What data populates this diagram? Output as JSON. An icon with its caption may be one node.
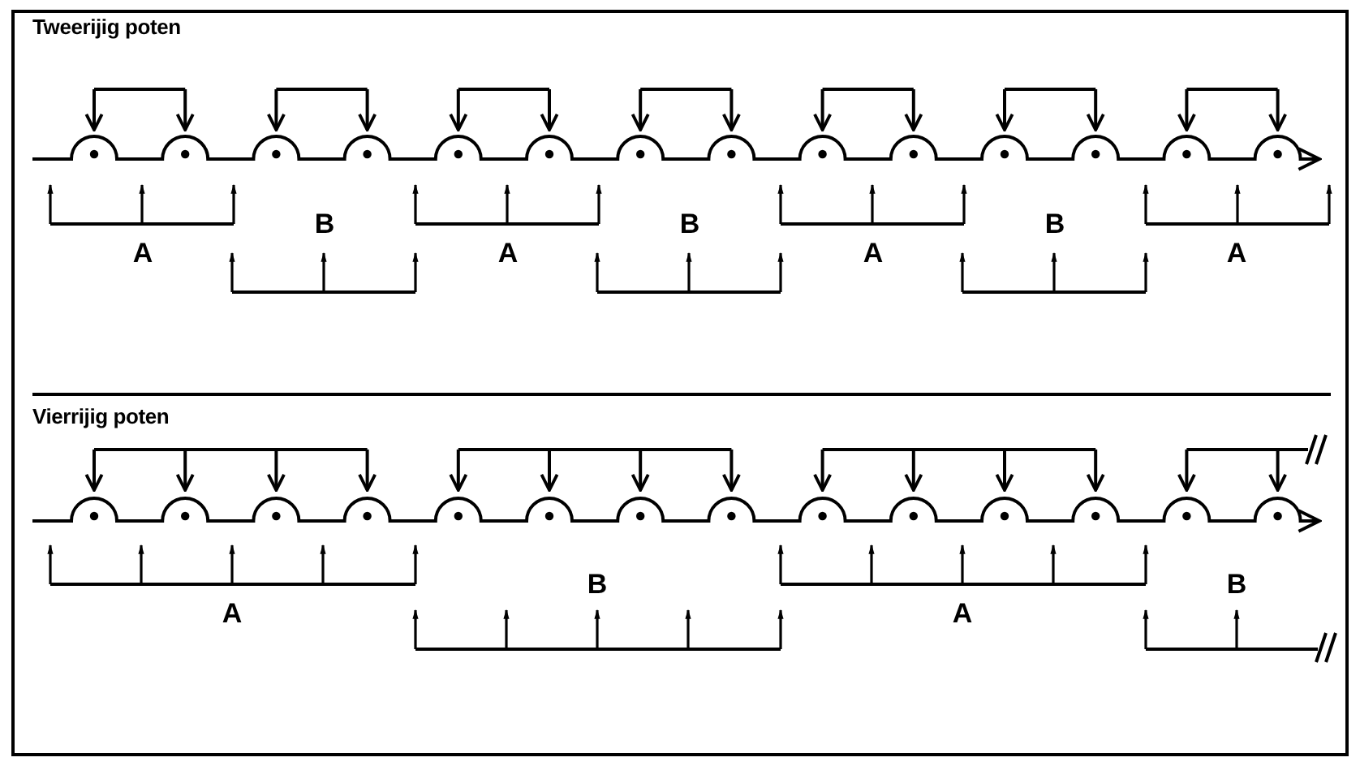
{
  "diagram": {
    "labels": [
      "Tweerijig poten",
      "A",
      "B",
      "A",
      "B",
      "A",
      "B",
      "A",
      "Vierrijig poten",
      "A",
      "B",
      "A",
      "B"
    ]
  }
}
